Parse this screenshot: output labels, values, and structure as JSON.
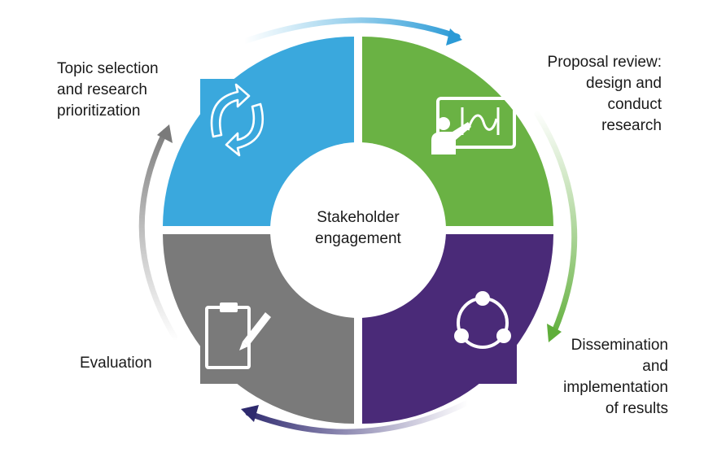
{
  "center": {
    "line1": "Stakeholder",
    "line2": "engagement"
  },
  "stages": [
    {
      "lines": [
        "Topic selection",
        "and research",
        "prioritization"
      ],
      "color": "#3aa8dd",
      "icon": "refresh-cycle-icon"
    },
    {
      "lines": [
        "Proposal review:",
        "design and",
        "conduct",
        "research"
      ],
      "color": "#6ab244",
      "icon": "presenter-board-icon"
    },
    {
      "lines": [
        "Dissemination",
        "and",
        "implementation",
        "of results"
      ],
      "color": "#4a2a78",
      "icon": "share-network-icon"
    },
    {
      "lines": [
        "Evaluation"
      ],
      "color": "#7a7a7a",
      "icon": "clipboard-pen-icon"
    }
  ],
  "arrow_colors": {
    "top": "#3aa8dd",
    "right": "#6ab244",
    "bottom": "#3a2f7a",
    "left": "#8a8a8a"
  }
}
